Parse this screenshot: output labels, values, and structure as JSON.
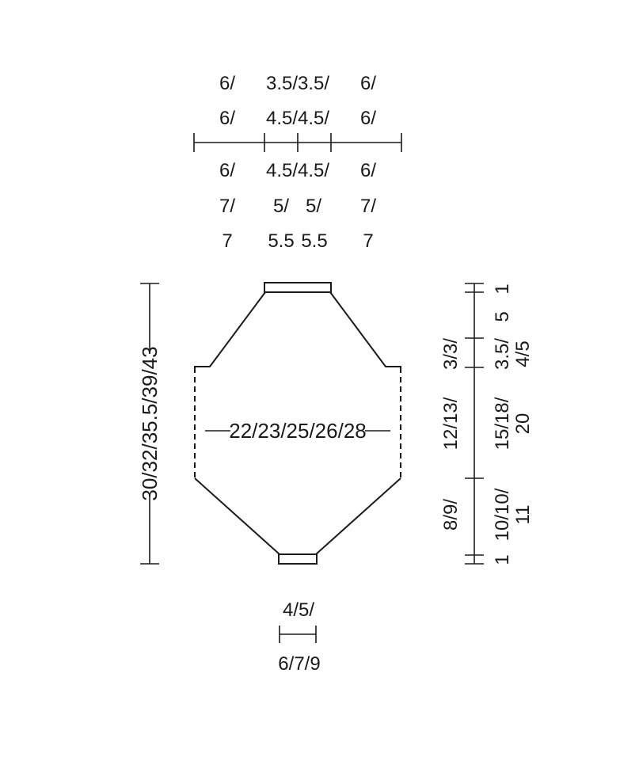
{
  "colors": {
    "line": "#1a1a1a",
    "background": "#ffffff"
  },
  "top_widths": {
    "upper_rows": [
      [
        "6/",
        "3.5/3.5/",
        "6/"
      ],
      [
        "6/",
        "4.5/4.5/",
        "6/"
      ]
    ],
    "lower_rows": [
      [
        "6/",
        "4.5/4.5/",
        "6/"
      ],
      [
        "7/",
        "5/",
        "5/",
        "7/"
      ],
      [
        "7",
        "5.5",
        "5.5",
        "7"
      ]
    ]
  },
  "total_height": "30/32/35.5/39/43",
  "body_width": "22/23/25/26/28",
  "bottom_width": {
    "upper": "4/5/",
    "lower": "6/7/9"
  },
  "right_side": {
    "inner": {
      "shoulder": "3/3/",
      "middle": "12/13/",
      "lower": "8/9/"
    },
    "outer": {
      "top_band": "1",
      "top_slope": "5",
      "shoulder_1": "3.5/",
      "shoulder_2": "4/5",
      "middle_1": "15/18/",
      "middle_2": "20",
      "lower_1": "10/10/",
      "lower_2": "11",
      "bottom_band": "1"
    }
  }
}
